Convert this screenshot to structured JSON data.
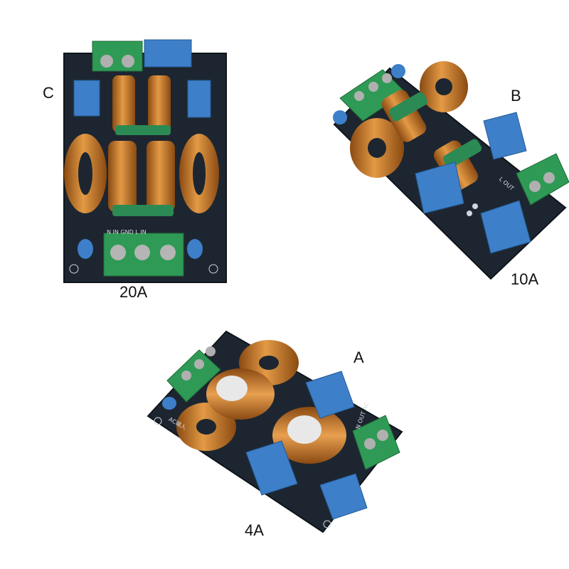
{
  "boards": [
    {
      "letter": "C",
      "rating": "20A"
    },
    {
      "letter": "B",
      "rating": "10A"
    },
    {
      "letter": "A",
      "rating": "4A"
    }
  ],
  "board_text": {
    "c_top": "N  IN  GND  L  IN",
    "b_side": "L OUT",
    "a_side": "N OUT AC",
    "a_in": "AC输入"
  },
  "colors": {
    "pcb": "#1d2630",
    "copper": "#c9782a",
    "copper_dark": "#8a4a12",
    "cap_blue": "#3d7fc9",
    "terminal_green": "#2f9a55",
    "wrap_green": "#2c8a54"
  }
}
